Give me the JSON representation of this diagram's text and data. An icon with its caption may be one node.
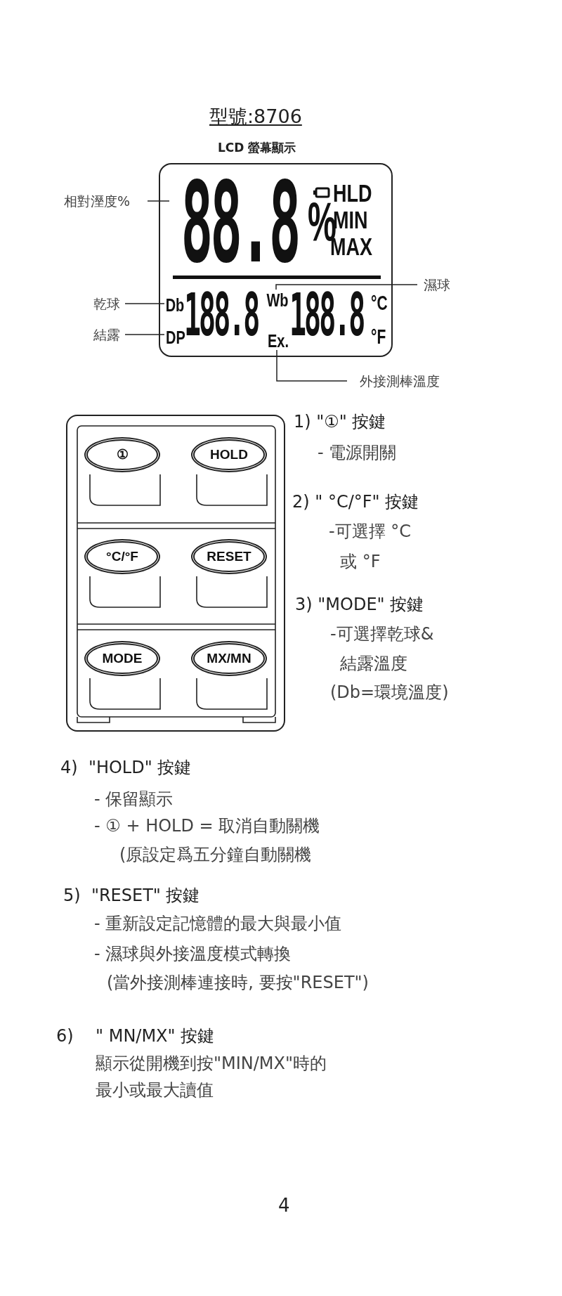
{
  "diagram": {
    "title": "型號:8706",
    "nodes": [
      {
        "text": [
          "相對溼度%"
        ]
      },
      {
        "text": [],
        "shape": "box"
      },
      {
        "text": [
          "88.8"
        ],
        "in": 1
      },
      {
        "text": [
          "Db"
        ],
        "in": 1
      },
      {
        "text": [
          "DP"
        ],
        "in": 1
      },
      {
        "text": [
          "Wb"
        ],
        "in": 1
      },
      {
        "text": [
          "Ex."
        ],
        "in": 1
      },
      {
        "text": [
          "乾球"
        ]
      },
      {
        "text": [
          "結露"
        ]
      },
      {
        "text": [
          "濕球"
        ]
      },
      {
        "text": [
          "外接測棒溫度"
        ]
      },
      {
        "text": [],
        "shape": "box"
      },
      {
        "text": [
          "①"
        ],
        "in": 11
      },
      {
        "text": [
          "HOLD"
        ],
        "in": 11
      },
      {
        "text": [
          "°C/°F"
        ],
        "in": 11
      },
      {
        "text": [
          "RESET"
        ],
        "in": 11
      },
      {
        "text": [
          "MODE"
        ],
        "in": 11
      },
      {
        "text": [
          "MX/MN"
        ],
        "in": 11
      }
    ],
    "edges": [
      {
        "from": 0,
        "to": 2,
        "arrow": "none"
      },
      {
        "from": 7,
        "to": 3,
        "arrow": "none"
      },
      {
        "from": 8,
        "to": 4,
        "arrow": "none"
      },
      {
        "from": 9,
        "to": 5,
        "arrow": "none"
      },
      {
        "from": 10,
        "to": 6,
        "arrow": "none"
      }
    ],
    "labels": [
      "LCD 螢幕顯示",
      "%",
      "HLD",
      "MIN",
      "MAX",
      "188.8",
      "188.8",
      "°C",
      "°F",
      "1) \"①\" 按鍵",
      "- 電源開關",
      "2) \" °C/°F\" 按鍵",
      "-可選擇 °C",
      "或 °F",
      "3) \"MODE\" 按鍵",
      "-可選擇乾球&",
      "結露溫度",
      "(Db=環境溫度)",
      "4)  \"HOLD\" 按鍵",
      "- 保留顯示",
      "- ① + HOLD = 取消自動關機",
      "(原設定爲五分鐘自動關機",
      "5)  \"RESET\" 按鍵",
      "- 重新設定記憶體的最大與最小值",
      "- 濕球與外接溫度模式轉換",
      "(當外接測棒連接時, 要按\"RESET\")",
      "6)",
      "\" MN/MX\" 按鍵",
      "顯示從開機到按\"MIN/MX\"時的",
      "最小或最大讀值",
      "4"
    ]
  }
}
